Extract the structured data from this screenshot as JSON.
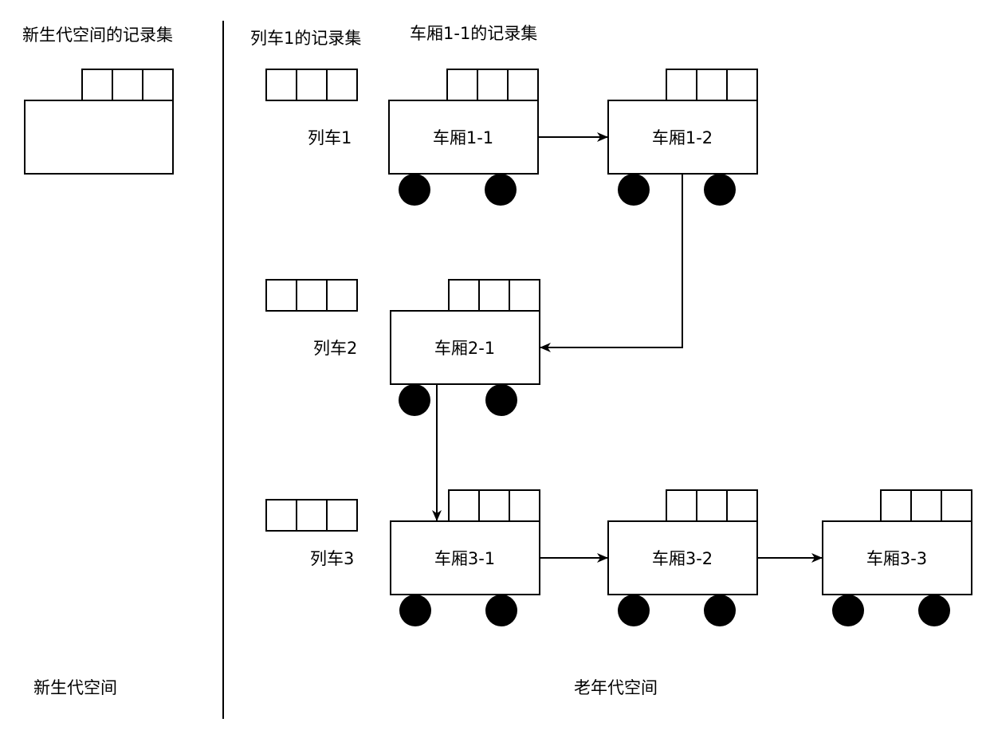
{
  "young_generation": {
    "title": "新生代空间的记录集",
    "footer": "新生代空间"
  },
  "old_generation": {
    "train_remembered_set_label": "列车1的记录集",
    "car_remembered_set_label": "车厢1-1的记录集",
    "footer": "老年代空间"
  },
  "trains": [
    {
      "label": "列车1",
      "cars": [
        "车厢1-1",
        "车厢1-2"
      ]
    },
    {
      "label": "列车2",
      "cars": [
        "车厢2-1"
      ]
    },
    {
      "label": "列车3",
      "cars": [
        "车厢3-1",
        "车厢3-2",
        "车厢3-3"
      ]
    }
  ],
  "references": [
    {
      "from": "车厢1-1",
      "to": "车厢1-2"
    },
    {
      "from": "车厢1-2",
      "to": "车厢2-1"
    },
    {
      "from": "车厢2-1",
      "to": "车厢3-1"
    },
    {
      "from": "车厢3-1",
      "to": "车厢3-2"
    },
    {
      "from": "车厢3-2",
      "to": "车厢3-3"
    }
  ]
}
